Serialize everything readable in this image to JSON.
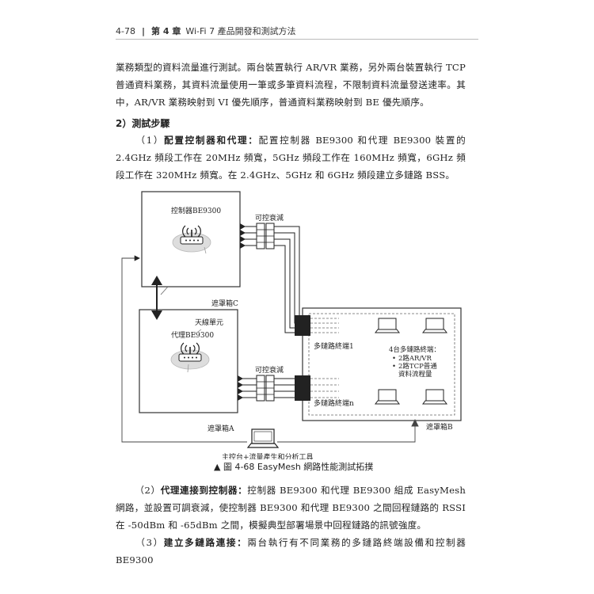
{
  "header": {
    "page_number": "4-78",
    "separator": "|",
    "chapter": "第 4 章",
    "book_title": "Wi-Fi 7 產品開發和測試方法"
  },
  "para1": "業務類型的資料流量進行測試。兩台裝置執行 AR/VR 業務，另外兩台裝置執行 TCP 普通資料業務，其資料流量使用一筆或多筆資料流程，不限制資料流量發送速率。其中，AR/VR 業務映射到 VI 優先順序，普通資料業務映射到 BE 優先順序。",
  "heading2": "2）測試步驟",
  "step1": {
    "num": "（1）",
    "label": "配置控制器和代理：",
    "text": "配置控制器 BE9300 和代理 BE9300 裝置的 2.4GHz 頻段工作在 20MHz 頻寬，5GHz 頻段工作在 160MHz 頻寬，6GHz 頻段工作在 320MHz 頻寬。在 2.4GHz、5GHz 和 6GHz 頻段建立多鏈路 BSS。"
  },
  "diagram": {
    "controller_label": "控制器BE9300",
    "attenuator_label_top": "可控衰減",
    "shield_c": "遮罩箱C",
    "antenna_unit": "天線單元",
    "agent_label": "代理BE9300",
    "attenuator_label_bottom": "可控衰減",
    "shield_a": "遮罩箱A",
    "terminal_1": "多鏈路終端1",
    "terminal_n": "多鏈路終端n",
    "terminals_note_title": "4台多鏈路終端：",
    "terminals_note_1": "2路AR/VR",
    "terminals_note_2": "2路TCP普通",
    "terminals_note_3": "資料流程量",
    "shield_b": "遮罩箱B",
    "console_label": "主控台+流量產生和分析工具"
  },
  "caption": "▲ 圖 4-68  EasyMesh 網路性能測試拓撲",
  "step2": {
    "num": "（2）",
    "label": "代理連接到控制器：",
    "text": "控制器 BE9300 和代理 BE9300 組成 EasyMesh 網路，並設置可調衰減，使控制器 BE9300 和代理 BE9300 之間回程鏈路的 RSSI 在 -50dBm 和 -65dBm 之間，模擬典型部署場景中回程鏈路的訊號強度。"
  },
  "step3": {
    "num": "（3）",
    "label": "建立多鏈路連接：",
    "text": "兩台執行有不同業務的多鏈路終端設備和控制器 BE9300"
  }
}
